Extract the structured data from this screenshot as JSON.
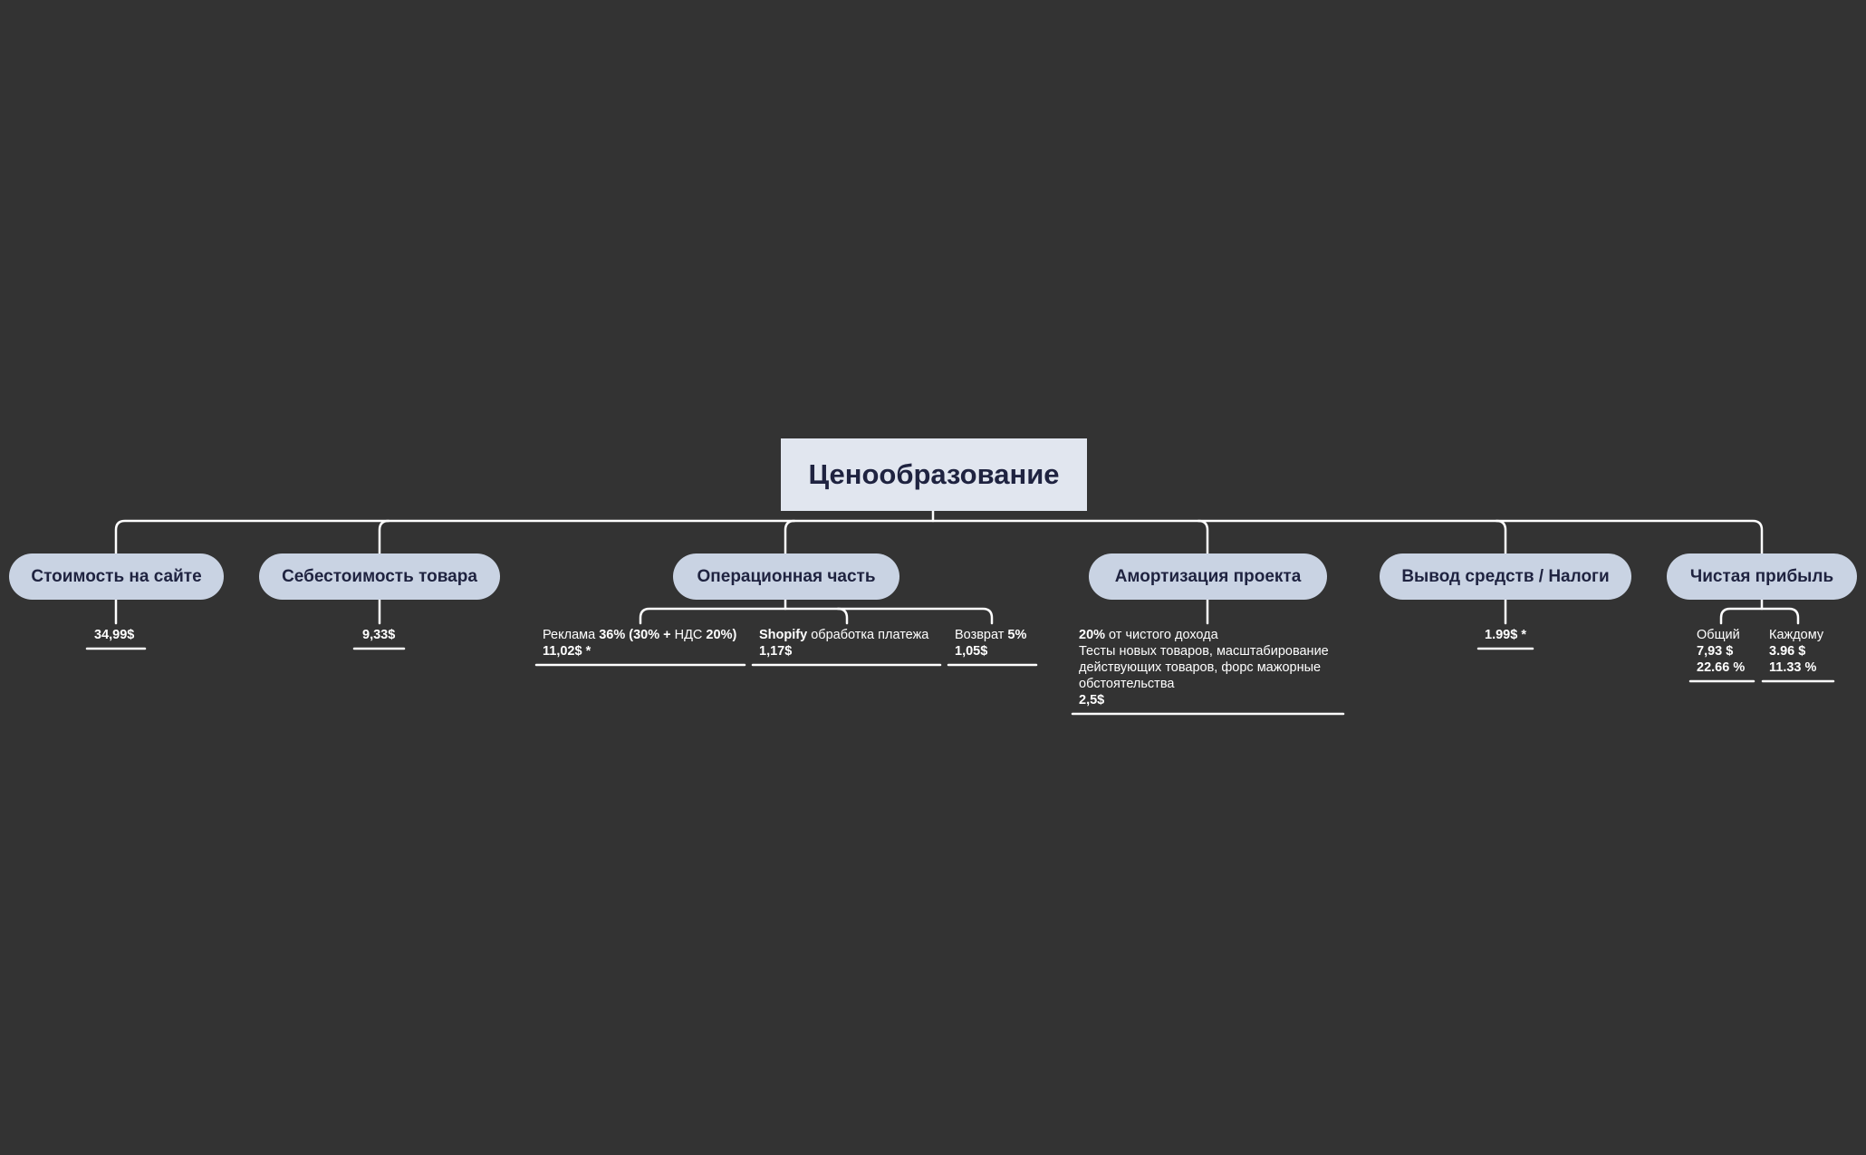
{
  "root": {
    "title": "Ценообразование"
  },
  "branches": [
    {
      "label": "Стоимость на сайте",
      "leaves": [
        {
          "value": "34,99$"
        }
      ]
    },
    {
      "label": "Себестоимость товара",
      "leaves": [
        {
          "value": "9,33$"
        }
      ]
    },
    {
      "label": "Операционная часть",
      "leaves": [
        {
          "text_a": "Реклама ",
          "text_b": "36% (30% + ",
          "text_c": "НДС",
          "text_d": " 20%)",
          "value": "11,02$ *"
        },
        {
          "text_a": "Shopify",
          "text_b": " обработка платежа",
          "value": "1,17$"
        },
        {
          "text_a": "Возврат ",
          "text_b": "5%",
          "value": "1,05$"
        }
      ]
    },
    {
      "label": "Амортизация проекта",
      "leaves": [
        {
          "text_a": "20%",
          "text_b": " от чистого дохода",
          "line2": "Тесты новых товаров, масштабирование",
          "line3": "действующих товаров, форс мажорные",
          "line4": "обстоятельства",
          "value": "2,5$"
        }
      ]
    },
    {
      "label": "Вывод средств / Налоги",
      "leaves": [
        {
          "value": "1.99$ *"
        }
      ]
    },
    {
      "label": "Чистая прибыль",
      "leaves": [
        {
          "label": "Общий",
          "value": "7,93 $",
          "percent": "22.66 %"
        },
        {
          "label": "Каждому",
          "value": "3.96 $",
          "percent": "11.33 %"
        }
      ]
    }
  ],
  "colors": {
    "background": "#333333",
    "root_fill": "#e1e6ef",
    "branch_fill": "#c9d3e3",
    "node_text": "#1f2340",
    "connector": "#ffffff"
  }
}
